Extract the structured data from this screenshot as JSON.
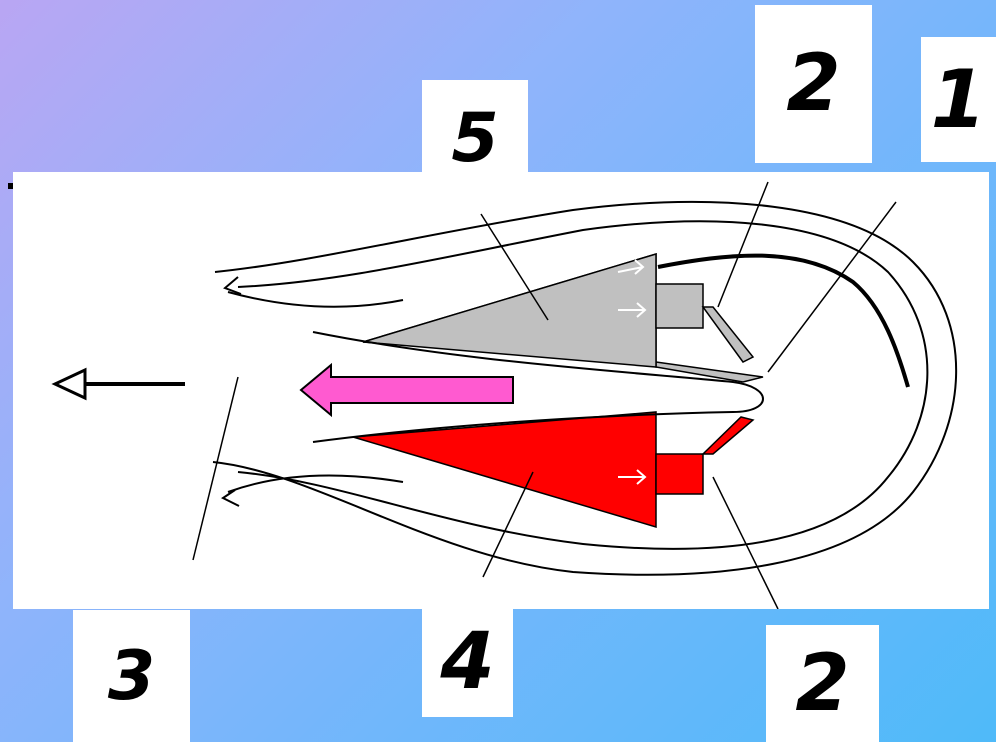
{
  "labels": {
    "top_right_2": "2",
    "top_right_1": "1",
    "top_middle_5": "5",
    "bottom_left_3": "3",
    "bottom_middle_4": "4",
    "bottom_right_2": "2"
  },
  "colors": {
    "background_start": "#b9a6f3",
    "background_end": "#4fbaf9",
    "upper_wedge": "#c0c0c0",
    "lower_wedge": "#ff0000",
    "flow_arrow": "#ff5ad0",
    "stroke": "#000000"
  },
  "icons": [
    "thrust-direction-arrow-icon",
    "flow-arrow-icon",
    "flow-chevron-icon"
  ]
}
